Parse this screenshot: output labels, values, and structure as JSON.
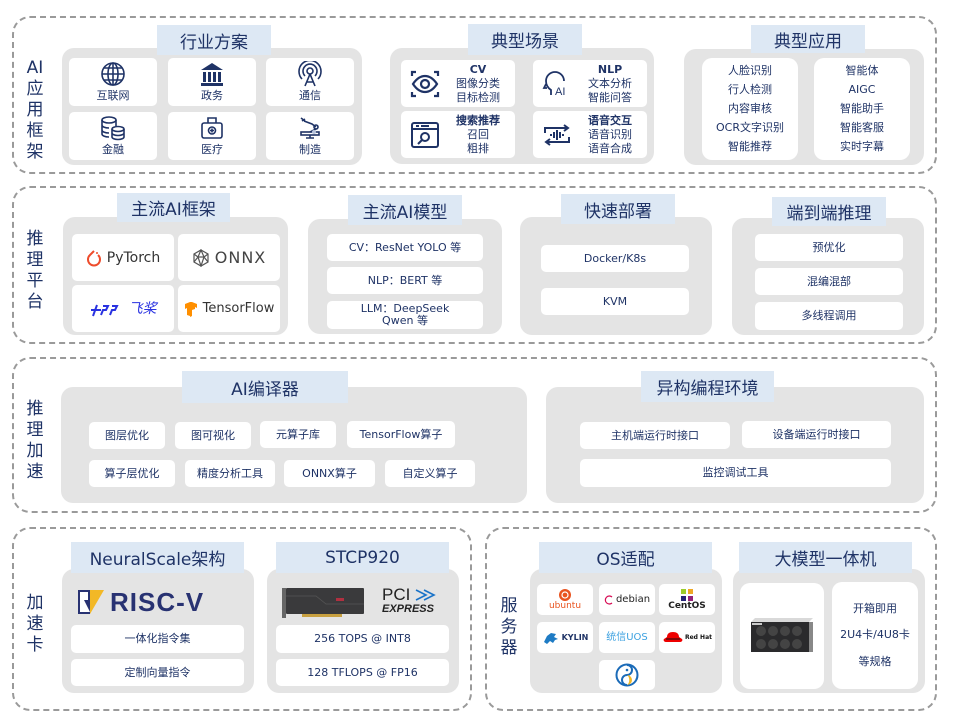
{
  "layers": {
    "ai_app": {
      "label": [
        "AI",
        "应",
        "用",
        "框",
        "架"
      ],
      "industry": {
        "title": "行业方案",
        "items": [
          {
            "label": "互联网",
            "icon": "globe-icon"
          },
          {
            "label": "政务",
            "icon": "government-building-icon"
          },
          {
            "label": "通信",
            "icon": "antenna-icon"
          },
          {
            "label": "金融",
            "icon": "coins-icon"
          },
          {
            "label": "医疗",
            "icon": "medical-kit-icon"
          },
          {
            "label": "制造",
            "icon": "robot-arm-icon"
          }
        ]
      },
      "scenarios": {
        "title": "典型场景",
        "items": [
          {
            "heading": "CV",
            "lines": [
              "图像分类",
              "目标检测"
            ],
            "icon": "eye-scan-icon"
          },
          {
            "heading": "NLP",
            "lines": [
              "文本分析",
              "智能问答"
            ],
            "icon": "ai-head-icon"
          },
          {
            "heading": "搜索推荐",
            "lines": [
              "召回",
              "粗排"
            ],
            "icon": "browser-search-icon"
          },
          {
            "heading": "语音交互",
            "lines": [
              "语音识别",
              "语音合成"
            ],
            "icon": "audio-exchange-icon"
          }
        ]
      },
      "applications": {
        "title": "典型应用",
        "left": [
          "人脸识别",
          "行人检测",
          "内容审核",
          "OCR文字识别",
          "智能推荐"
        ],
        "right": [
          "智能体",
          "AIGC",
          "智能助手",
          "智能客服",
          "实时字幕"
        ]
      }
    },
    "inference_platform": {
      "label": [
        "推",
        "理",
        "平",
        "台"
      ],
      "frameworks": {
        "title": "主流AI框架",
        "items": [
          "PyTorch",
          "ONNX",
          "飞桨",
          "TensorFlow"
        ]
      },
      "models": {
        "title": "主流AI模型",
        "items": [
          "CV：ResNet YOLO 等",
          "NLP：BERT 等",
          "LLM：DeepSeek Qwen 等"
        ]
      },
      "deploy": {
        "title": "快速部署",
        "items": [
          "Docker/K8s",
          "KVM"
        ]
      },
      "e2e": {
        "title": "端到端推理",
        "items": [
          "预优化",
          "混编混部",
          "多线程调用"
        ]
      }
    },
    "inference_accel": {
      "label": [
        "推",
        "理",
        "加",
        "速"
      ],
      "compiler": {
        "title": "AI编译器",
        "row1": [
          "图层优化",
          "图可视化",
          "元算子库",
          "TensorFlow算子"
        ],
        "row2": [
          "算子层优化",
          "精度分析工具",
          "ONNX算子",
          "自定义算子"
        ]
      },
      "hetero": {
        "title": "异构编程环境",
        "items": [
          "主机端运行时接口",
          "设备端运行时接口",
          "监控调试工具"
        ]
      }
    },
    "accel_card": {
      "label": [
        "加",
        "速",
        "卡"
      ],
      "neuralscale": {
        "title": "NeuralScale架构",
        "logo": "RISC-V",
        "items": [
          "一体化指令集",
          "定制向量指令"
        ]
      },
      "stcp": {
        "title": "STCP920",
        "logo_top": "PCI",
        "logo_bottom": "EXPRESS",
        "items": [
          "256 TOPS @ INT8",
          "128 TFLOPS @ FP16"
        ]
      }
    },
    "server": {
      "label": [
        "服",
        "务",
        "器"
      ],
      "os": {
        "title": "OS适配",
        "items": [
          "ubuntu",
          "debian",
          "CentOS",
          "KYLIN",
          "统信UOS",
          "Red Hat",
          "openEuler"
        ]
      },
      "appliance": {
        "title": "大模型一体机",
        "lines": [
          "开箱即用",
          "2U4卡/4U8卡",
          "等规格"
        ]
      }
    }
  },
  "colors": {
    "text": "#1f3366",
    "tag_bg": "#dde8f4",
    "panel_bg": "#e4e4e4",
    "border": "#9a9a9a",
    "pytorch": "#ee4c2c",
    "tensorflow": "#ff8f00",
    "paddle": "#2932e1",
    "ubuntu": "#e95420",
    "redhat": "#ee0000",
    "debian": "#d70a53"
  }
}
